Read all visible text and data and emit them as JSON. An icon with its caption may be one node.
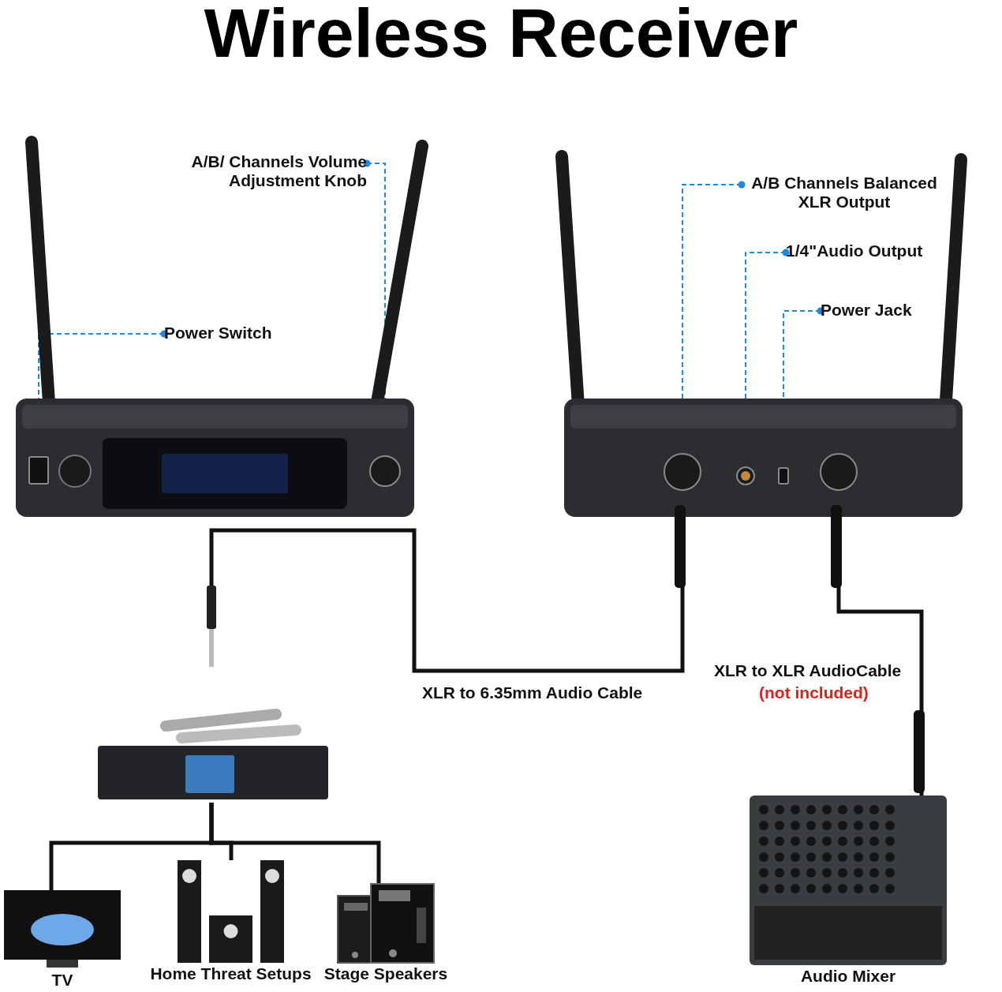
{
  "diagram": {
    "title": "Wireless Receiver",
    "nodes": [
      {
        "text": [],
        "shape": "picture"
      },
      {
        "text": [],
        "shape": "circle",
        "in": 0
      },
      {
        "text": [],
        "shape": "box",
        "in": 0
      },
      {
        "text": [
          "A/B/ Channels Volume Adjustment Knob"
        ]
      },
      {
        "text": [
          "Power Switch"
        ]
      },
      {
        "text": [],
        "shape": "picture"
      },
      {
        "text": [],
        "shape": "circle",
        "in": 5
      },
      {
        "text": [],
        "shape": "circle",
        "in": 5
      },
      {
        "text": [],
        "shape": "box",
        "in": 5
      },
      {
        "text": [],
        "shape": "circle",
        "in": 5
      },
      {
        "text": [
          "A/B Channels Balanced XLR Output"
        ]
      },
      {
        "text": [
          "1/4\"Audio Output"
        ]
      },
      {
        "text": [
          "Power Jack"
        ]
      },
      {
        "text": [],
        "shape": "picture"
      },
      {
        "text": [],
        "shape": "picture",
        "beside": [
          "TV"
        ]
      },
      {
        "text": [],
        "shape": "picture",
        "beside": [
          "Home Threat Setups"
        ]
      },
      {
        "text": [],
        "shape": "picture",
        "beside": [
          "Stage Speakers"
        ]
      },
      {
        "text": [],
        "shape": "picture",
        "beside": [
          "Audio Mixer"
        ]
      }
    ],
    "edges": [
      {
        "from": 3,
        "to": 1,
        "arrow": "other",
        "style": "dashed",
        "color": "#1e88e5"
      },
      {
        "from": 4,
        "to": 2,
        "arrow": "other",
        "style": "dashed",
        "color": "#1e88e5"
      },
      {
        "from": 10,
        "to": 6,
        "arrow": "other",
        "style": "dashed",
        "color": "#1e88e5"
      },
      {
        "from": 11,
        "to": 7,
        "arrow": "other",
        "style": "dashed",
        "color": "#1e88e5"
      },
      {
        "from": 12,
        "to": 8,
        "arrow": "other",
        "style": "dashed",
        "color": "#1e88e5"
      },
      {
        "from": 6,
        "to": 13,
        "arrow": "none",
        "label": "XLR to 6.35mm Audio Cable",
        "style": "thick",
        "color": "#111111"
      },
      {
        "from": 9,
        "to": 17,
        "arrow": "none",
        "label": "XLR to XLR AudioCable",
        "style": "thick",
        "color": "#111111"
      },
      {
        "from": 13,
        "to": 14,
        "arrow": "none",
        "style": "thick",
        "color": "#111111"
      },
      {
        "from": 13,
        "to": 15,
        "arrow": "none",
        "style": "thick",
        "color": "#111111"
      },
      {
        "from": 13,
        "to": 16,
        "arrow": "none",
        "style": "thick",
        "color": "#111111"
      }
    ],
    "labels": [
      "(not included)"
    ]
  }
}
